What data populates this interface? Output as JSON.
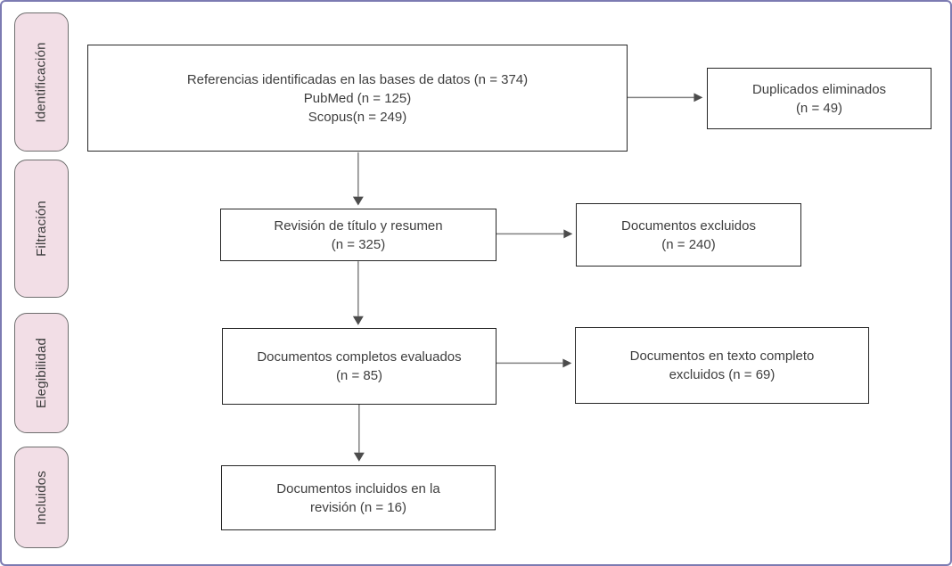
{
  "diagram": {
    "title": "PRISMA flow diagram (Spanish)",
    "stages": [
      {
        "label": "Identificación"
      },
      {
        "label": "Filtración"
      },
      {
        "label": "Elegibilidad"
      },
      {
        "label": "Incluidos"
      }
    ],
    "boxes": {
      "identification": {
        "lines": [
          "Referencias identificadas en las bases de datos (n = 374)",
          "PubMed (n = 125)",
          "Scopus(n = 249)"
        ]
      },
      "duplicates_removed": {
        "lines": [
          "Duplicados eliminados",
          "(n = 49)"
        ]
      },
      "title_abstract_screening": {
        "lines": [
          "Revisión de título y resumen",
          "(n = 325)"
        ]
      },
      "documents_excluded": {
        "lines": [
          "Documentos excluidos",
          "(n = 240)"
        ]
      },
      "full_text_assessed": {
        "lines": [
          "Documentos completos evaluados",
          "(n = 85)"
        ]
      },
      "full_text_excluded": {
        "lines": [
          "Documentos en texto completo",
          "excluidos (n = 69)"
        ]
      },
      "included_in_review": {
        "lines": [
          "Documentos incluidos en la",
          "revisión (n = 16)"
        ]
      }
    },
    "counts": {
      "identified_total": 374,
      "pubmed": 125,
      "scopus": 249,
      "duplicates_removed": 49,
      "title_abstract_screened": 325,
      "excluded_screening": 240,
      "full_text_assessed": 85,
      "full_text_excluded": 69,
      "included": 16
    }
  },
  "colors": {
    "outer_border": "#7c7bb2",
    "stage_fill": "#f2dee6",
    "stage_border": "#6e6e6e",
    "box_fill": "#ffffff",
    "box_border": "#262626",
    "text": "#3e3e3e",
    "arrow_line": "#808080",
    "arrow_head": "#4c4c4c"
  }
}
